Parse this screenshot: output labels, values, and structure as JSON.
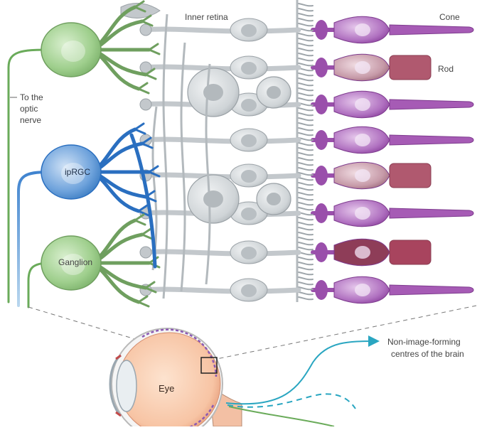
{
  "labels": {
    "inner_retina": "Inner retina",
    "cone": "Cone",
    "rod": "Rod",
    "optic_line1": "To the",
    "optic_line2": "optic",
    "optic_line3": "nerve",
    "iprgc": "ipRGC",
    "ganglion": "Ganglion",
    "eye": "Eye",
    "nif_line1": "Non-image-forming",
    "nif_line2": "centres of the brain"
  },
  "colors": {
    "ganglion_green": "#9fcf8d",
    "iprgc_blue": "#5b97d6",
    "inner_gray": "#c7ccd0",
    "photoreceptor_purple": "#a65bb5",
    "rod_red": "#b0596f",
    "arrow_teal": "#2aa6c1",
    "nerve_green": "#6aab5a"
  }
}
